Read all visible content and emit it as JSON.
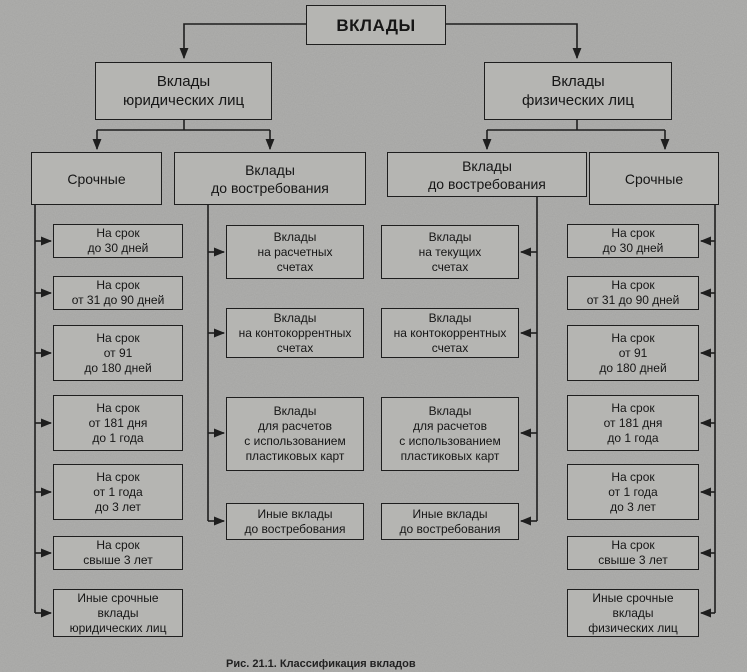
{
  "root": "ВКЛАДЫ",
  "legal": {
    "title": "Вклады\nюридических лиц",
    "term": {
      "title": "Срочные",
      "items": [
        "На срок\nдо 30 дней",
        "На срок\nот 31 до 90 дней",
        "На срок\nот 91\nдо 180 дней",
        "На срок\nот 181 дня\nдо 1 года",
        "На срок\nот 1 года\nдо 3 лет",
        "На срок\nсвыше 3 лет",
        "Иные срочные\nвклады\nюридических  лиц"
      ]
    },
    "demand": {
      "title": "Вклады\nдо востребования",
      "items": [
        "Вклады\nна расчетных\nсчетах",
        "Вклады\nна контокоррентных\nсчетах",
        "Вклады\nдля расчетов\nс использованием\nпластиковых карт",
        "Иные вклады\nдо востребования"
      ]
    }
  },
  "individual": {
    "title": "Вклады\nфизических лиц",
    "demand": {
      "title": "Вклады\nдо востребования",
      "items": [
        "Вклады\nна текущих\nсчетах",
        "Вклады\nна контокоррентных\nсчетах",
        "Вклады\nдля расчетов\nс использованием\nпластиковых карт",
        "Иные вклады\nдо востребования"
      ]
    },
    "term": {
      "title": "Срочные",
      "items": [
        "На срок\nдо 30 дней",
        "На срок\nот 31 до 90 дней",
        "На срок\nот 91\nдо 180 дней",
        "На срок\nот 181 дня\nдо 1 года",
        "На срок\nот 1 года\nдо 3 лет",
        "На срок\nсвыше 3 лет",
        "Иные срочные\nвклады\nфизических лиц"
      ]
    }
  },
  "caption": "Рис. 21.1. Классификация вкладов"
}
